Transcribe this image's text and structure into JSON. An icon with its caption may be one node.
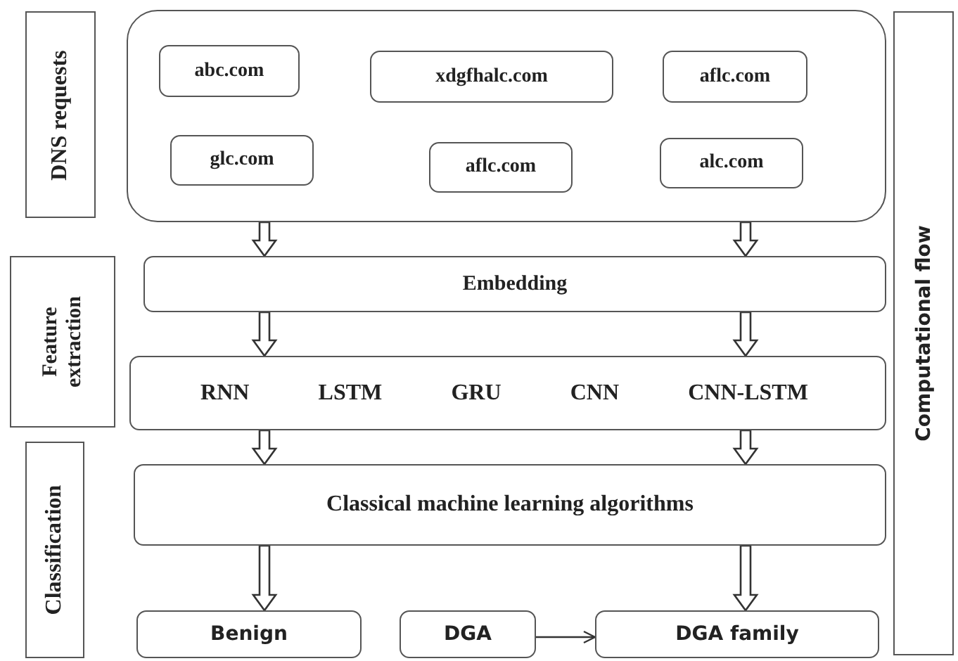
{
  "diagram": {
    "nodes": [
      {
        "text": [
          "DNS requests"
        ]
      },
      {
        "text": [],
        "shape": "box"
      },
      {
        "text": [
          "abc.com"
        ],
        "in": 1
      },
      {
        "text": [
          "xdgfhalc.com"
        ],
        "in": 1
      },
      {
        "text": [
          "aflc.com"
        ],
        "in": 1
      },
      {
        "text": [
          "glc.com"
        ],
        "in": 1
      },
      {
        "text": [
          "aflc.com"
        ],
        "in": 1
      },
      {
        "text": [
          "alc.com"
        ],
        "in": 1
      },
      {
        "text": [
          "Embedding"
        ]
      },
      {
        "text": [
          "Feature extraction"
        ]
      },
      {
        "text": [
          "RNN",
          "LSTM",
          "GRU",
          "CNN",
          "CNN-LSTM"
        ]
      },
      {
        "text": [
          "Classification"
        ]
      },
      {
        "text": [
          "Classical machine learning algorithms"
        ]
      },
      {
        "text": [
          "Benign"
        ]
      },
      {
        "text": [
          "DGA"
        ]
      },
      {
        "text": [
          "DGA family"
        ]
      },
      {
        "text": [
          "Computational flow"
        ]
      }
    ],
    "edges": [
      {
        "from": 1,
        "to": 8,
        "arrow": "to",
        "style": "thick"
      },
      {
        "from": 1,
        "to": 8,
        "arrow": "to",
        "style": "thick"
      },
      {
        "from": 8,
        "to": 10,
        "arrow": "to",
        "style": "thick"
      },
      {
        "from": 8,
        "to": 10,
        "arrow": "to",
        "style": "thick"
      },
      {
        "from": 10,
        "to": 12,
        "arrow": "to",
        "style": "thick"
      },
      {
        "from": 10,
        "to": 12,
        "arrow": "to",
        "style": "thick"
      },
      {
        "from": 12,
        "to": 13,
        "arrow": "to",
        "style": "thick"
      },
      {
        "from": 12,
        "to": 15,
        "arrow": "to",
        "style": "thick"
      },
      {
        "from": 14,
        "to": 15,
        "arrow": "to"
      }
    ]
  }
}
